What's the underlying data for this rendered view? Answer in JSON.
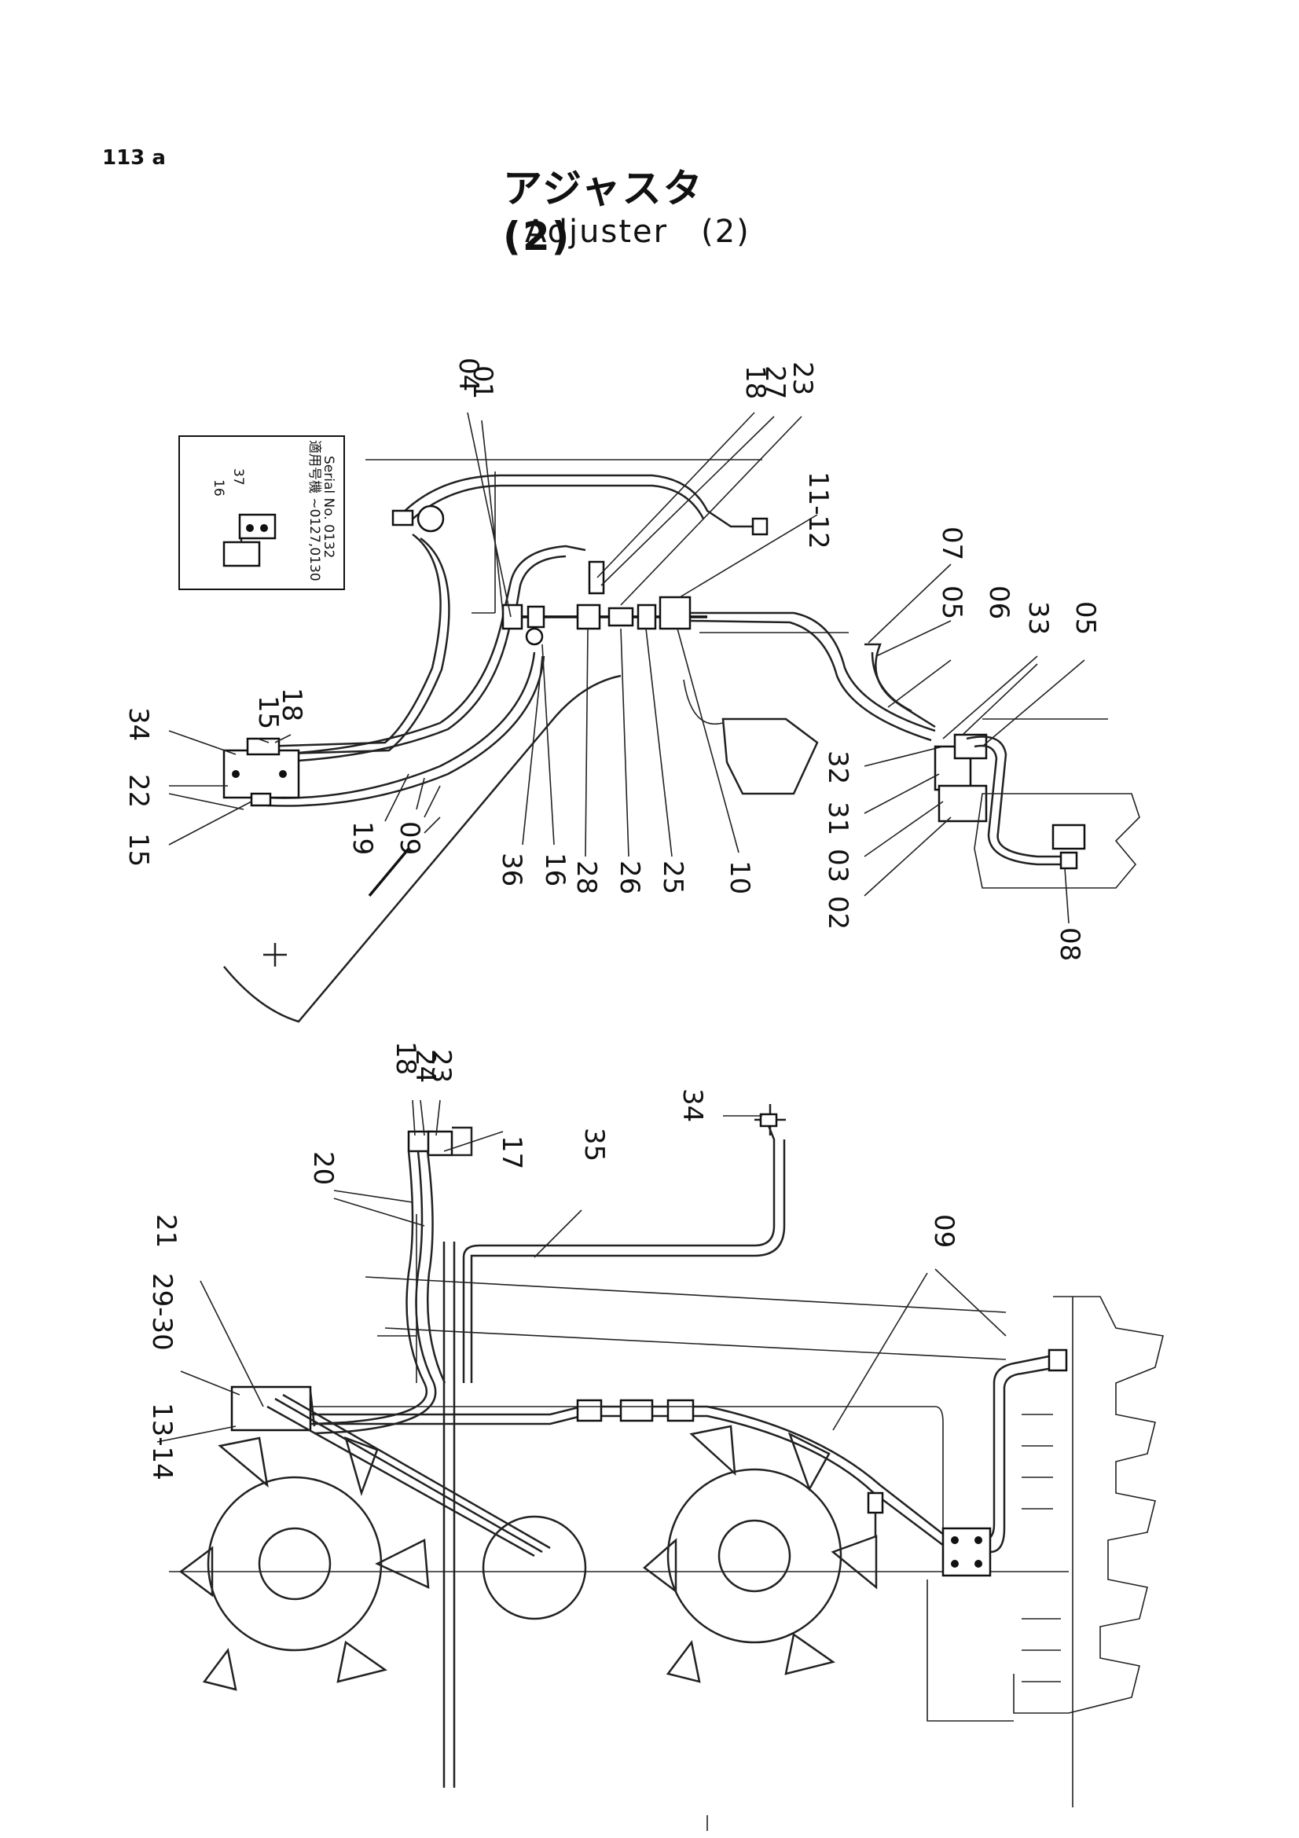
{
  "page_number": "113 a",
  "title_ja": "アジャスタ　(2)",
  "title_en": "Adjuster　(2)",
  "inset": {
    "labels": [
      "16",
      "37"
    ],
    "note_ja": "適用号機 ~0127,0130",
    "note_en": "Serial No. 0132"
  },
  "upper_callouts": [
    "04",
    "01",
    "18",
    "27",
    "23",
    "11-12",
    "07",
    "05",
    "06",
    "33",
    "05",
    "15",
    "18",
    "34",
    "22",
    "15",
    "19",
    "09",
    "36",
    "16",
    "28",
    "26",
    "25",
    "10",
    "32",
    "31",
    "03",
    "02",
    "08"
  ],
  "lower_callouts": [
    "18",
    "24",
    "23",
    "17",
    "34",
    "35",
    "20",
    "21",
    "29-30",
    "13-14",
    "09"
  ]
}
